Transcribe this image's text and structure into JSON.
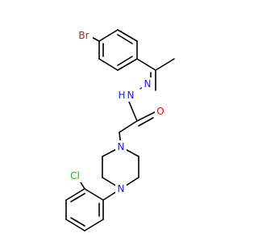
{
  "molecule": {
    "atoms": {
      "br": {
        "label": "Br",
        "color": "#a52a2a"
      },
      "n1": {
        "label": "N",
        "color": "#1a1aff"
      },
      "nh": {
        "label": "H",
        "color": "#1a1aff"
      },
      "n2": {
        "label": "N",
        "color": "#1a1aff"
      },
      "o": {
        "label": "O",
        "color": "#ff0000"
      },
      "n3": {
        "label": "N",
        "color": "#1a1aff"
      },
      "n4": {
        "label": "N",
        "color": "#1a1aff"
      },
      "cl": {
        "label": "Cl",
        "color": "#1fb11f"
      }
    }
  }
}
